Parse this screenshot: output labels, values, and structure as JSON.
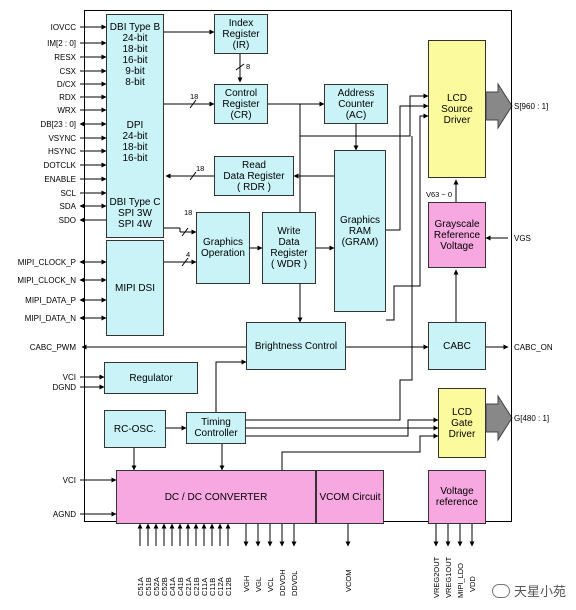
{
  "blocks": {
    "dbi_type_b": {
      "label": "DBI Type B\n24-bit\n18-bit\n16-bit\n9-bit\n8-bit"
    },
    "dpi": {
      "label": "DPI\n24-bit\n18-bit\n16-bit"
    },
    "dbi_type_c": {
      "label": "DBI Type C\nSPI 3W\nSPI 4W"
    },
    "mipi_dsi": {
      "label": "MIPI DSI"
    },
    "index_register": {
      "label": "Index\nRegister\n(IR)"
    },
    "control_register": {
      "label": "Control\nRegister\n(CR)"
    },
    "address_counter": {
      "label": "Address\nCounter\n(AC)"
    },
    "read_data_register": {
      "label": "Read\nData Register\n( RDR )"
    },
    "graphics_operation": {
      "label": "Graphics\nOperation"
    },
    "write_data_register": {
      "label": "Write\nData\nRegister\n( WDR )"
    },
    "graphics_ram": {
      "label": "Graphics\nRAM\n(GRAM)"
    },
    "lcd_source_driver": {
      "label": "LCD\nSource\nDriver"
    },
    "grayscale_reference": {
      "label": "Grayscale\nReference\nVoltage"
    },
    "brightness_control": {
      "label": "Brightness Control"
    },
    "cabc": {
      "label": "CABC"
    },
    "regulator": {
      "label": "Regulator"
    },
    "rc_osc": {
      "label": "RC-OSC."
    },
    "timing_controller": {
      "label": "Timing\nController"
    },
    "lcd_gate_driver": {
      "label": "LCD\nGate\nDriver"
    },
    "dc_dc_converter": {
      "label": "DC / DC CONVERTER"
    },
    "vcom_circuit": {
      "label": "VCOM Circuit"
    },
    "voltage_reference": {
      "label": "Voltage\nreference"
    }
  },
  "left_pins": [
    "IOVCC",
    "IM[2 : 0]",
    "RESX",
    "CSX",
    "D/CX",
    "RDX",
    "WRX",
    "DB[23 : 0]",
    "VSYNC",
    "HSYNC",
    "DOTCLK",
    "ENABLE",
    "SCL",
    "SDA",
    "SDO",
    "MIPI_CLOCK_P",
    "MIPI_CLOCK_N",
    "MIPI_DATA_P",
    "MIPI_DATA_N",
    "CABC_PWM",
    "VCI",
    "DGND",
    "VCI",
    "AGND"
  ],
  "right_pins": {
    "source": "S[960 : 1]",
    "vgs": "VGS",
    "cabc_on": "CABC_ON",
    "gate": "G[480 : 1]"
  },
  "bottom_pins": {
    "caps": [
      "C51A",
      "C51B",
      "C52A",
      "C52B",
      "C41A",
      "C41B",
      "C21A",
      "C21B",
      "C11A",
      "C11B",
      "C12A",
      "C12B"
    ],
    "supplies": [
      "VGH",
      "VGL",
      "VCL",
      "DDVDH",
      "DDVDL"
    ],
    "vcom": "VCOM",
    "refs": [
      "VREG2OUT",
      "VREG1OUT",
      "MIPI_LDO",
      "VDD"
    ]
  },
  "bus_labels": {
    "ir_cr": "8",
    "to_cr": "18",
    "rdr": "18",
    "dbi_c": "18",
    "mipi": "4",
    "v63": "V63 ~ 0"
  },
  "watermark": {
    "text": "天星小苑"
  }
}
